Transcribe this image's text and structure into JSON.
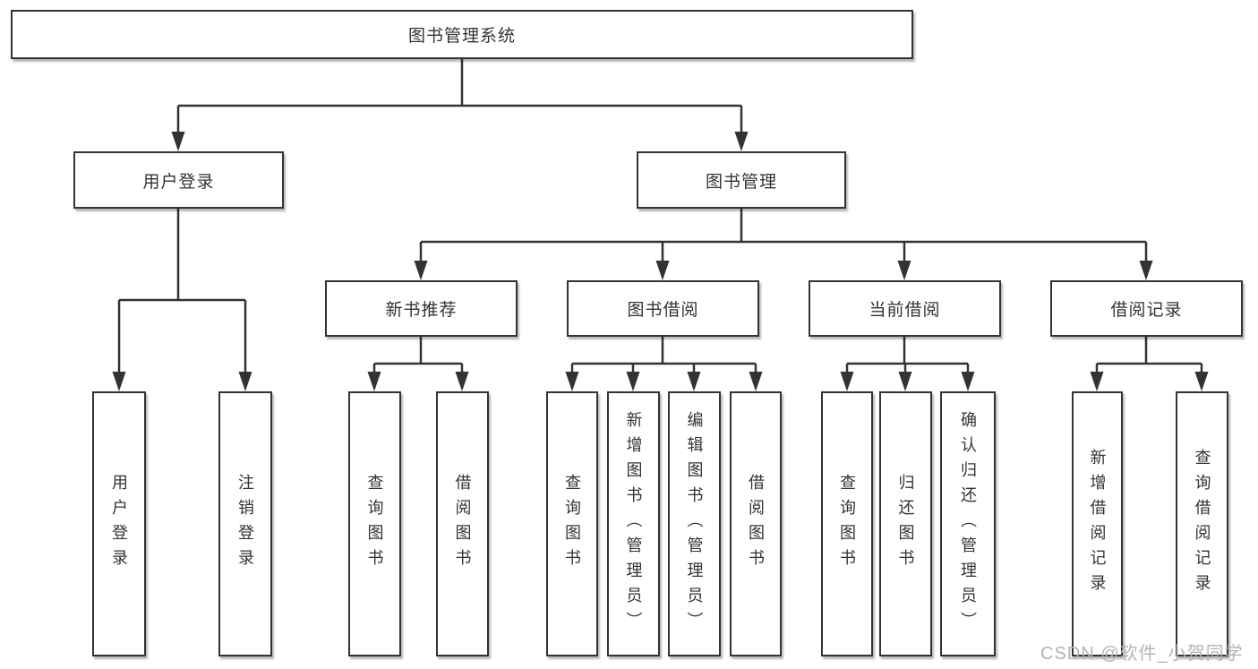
{
  "diagram": {
    "root": {
      "label": "图书管理系统"
    },
    "branches": [
      {
        "label": "用户登录",
        "children": [
          {
            "label": "用户登录"
          },
          {
            "label": "注销登录"
          }
        ]
      },
      {
        "label": "图书管理",
        "children": [
          {
            "label": "新书推荐",
            "children": [
              {
                "label": "查询图书"
              },
              {
                "label": "借阅图书"
              }
            ]
          },
          {
            "label": "图书借阅",
            "children": [
              {
                "label": "查询图书"
              },
              {
                "label": "新增图书（管理员）"
              },
              {
                "label": "编辑图书（管理员）"
              },
              {
                "label": "借阅图书"
              }
            ]
          },
          {
            "label": "当前借阅",
            "children": [
              {
                "label": "查询图书"
              },
              {
                "label": "归还图书"
              },
              {
                "label": "确认归还（管理员）"
              }
            ]
          },
          {
            "label": "借阅记录",
            "children": [
              {
                "label": "新增借阅记录"
              },
              {
                "label": "查询借阅记录"
              }
            ]
          }
        ]
      }
    ]
  },
  "watermark": {
    "text": "CSDN @软件_小贺同学"
  },
  "colors": {
    "line": "#333333",
    "border": "#333333",
    "text": "#333333",
    "box_fill": "#ffffff",
    "background": "#ffffff",
    "watermark": "#b4b4b4"
  }
}
